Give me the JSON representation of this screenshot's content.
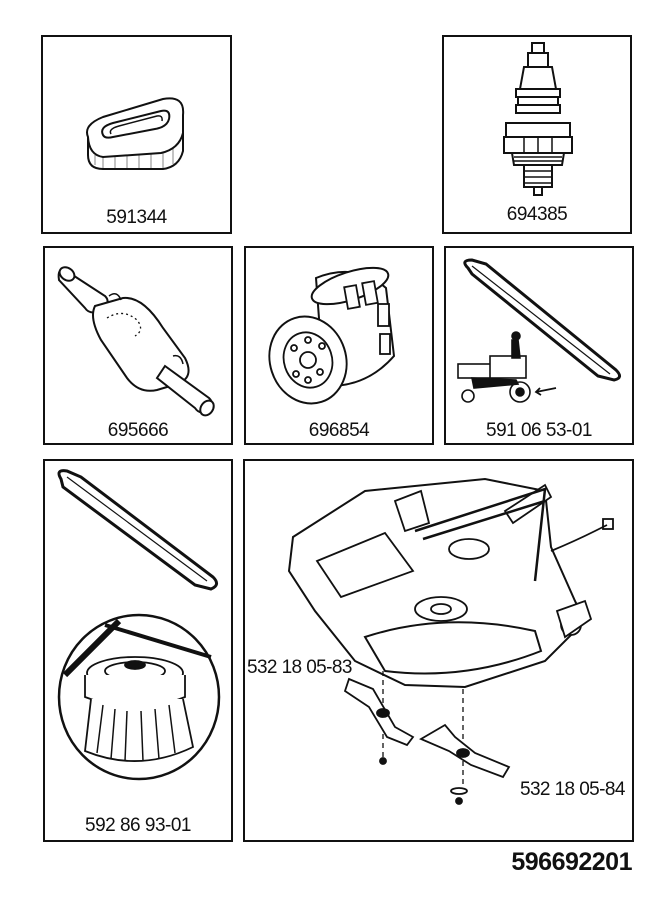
{
  "parts": {
    "p1": {
      "number": "591344",
      "icon": "air-filter-icon"
    },
    "p2": {
      "number": "694385",
      "icon": "spark-plug-icon"
    },
    "p3": {
      "number": "695666",
      "icon": "fuel-filter-icon"
    },
    "p4": {
      "number": "696854",
      "icon": "oil-filter-icon"
    },
    "p5": {
      "number": "591 06 53-01",
      "icon": "drive-belt-icon"
    },
    "p6": {
      "number": "592 86 93-01",
      "icon": "deck-belt-pulley-icon"
    },
    "p7": {
      "icon": "mower-deck-icon",
      "blade_left": "532 18 05-83",
      "blade_right": "532 18 05-84"
    }
  },
  "document_number": "596692201"
}
